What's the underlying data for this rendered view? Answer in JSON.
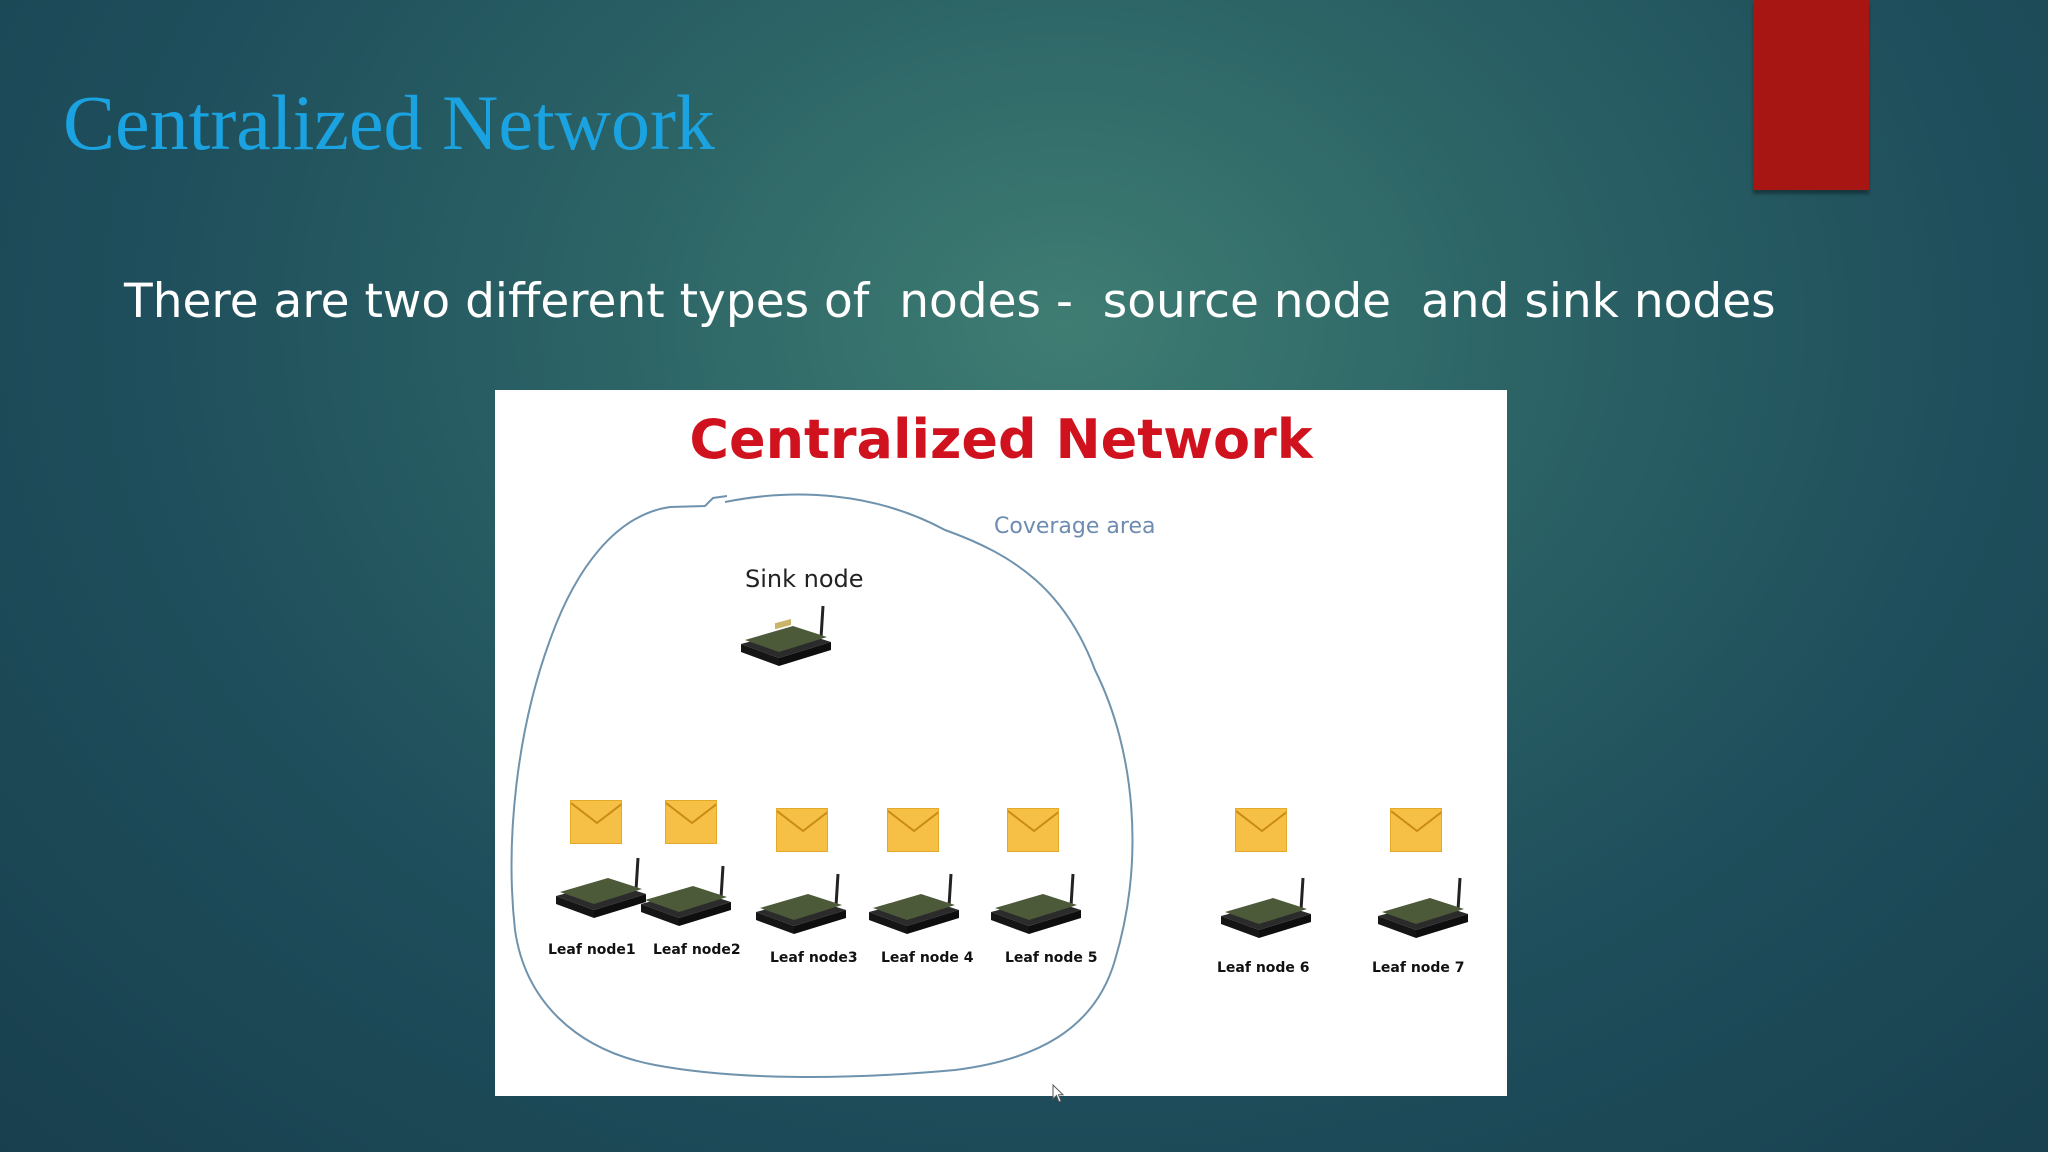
{
  "slide": {
    "title": "Centralized Network",
    "bullet": "There are two different types of  nodes -  source node  and sink nodes",
    "accent_color": "#a81613"
  },
  "figure": {
    "title": "Centralized Network",
    "coverage_label": "Coverage area",
    "sink": {
      "label": "Sink node",
      "icon": "sensor-board-icon"
    },
    "leaf_nodes": [
      {
        "label": "Leaf node1",
        "icon": "sensor-board-icon",
        "message_icon": "envelope-icon"
      },
      {
        "label": "Leaf node2",
        "icon": "sensor-board-icon",
        "message_icon": "envelope-icon"
      },
      {
        "label": "Leaf node3",
        "icon": "sensor-board-icon",
        "message_icon": "envelope-icon"
      },
      {
        "label": "Leaf node 4",
        "icon": "sensor-board-icon",
        "message_icon": "envelope-icon"
      },
      {
        "label": "Leaf node 5",
        "icon": "sensor-board-icon",
        "message_icon": "envelope-icon"
      },
      {
        "label": "Leaf node 6",
        "icon": "sensor-board-icon",
        "message_icon": "envelope-icon"
      },
      {
        "label": "Leaf node 7",
        "icon": "sensor-board-icon",
        "message_icon": "envelope-icon"
      }
    ],
    "colors": {
      "title": "#d0121e",
      "envelope": "#f6bf45",
      "coverage_line": "#6f93ad"
    }
  }
}
